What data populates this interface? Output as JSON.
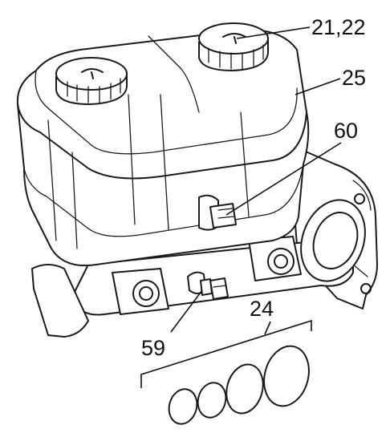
{
  "diagram": {
    "callouts": {
      "caps": "21,22",
      "reservoir": "25",
      "fluid_level_sensor": "60",
      "pressure_sensor": "59",
      "seal_kit": "24"
    }
  }
}
